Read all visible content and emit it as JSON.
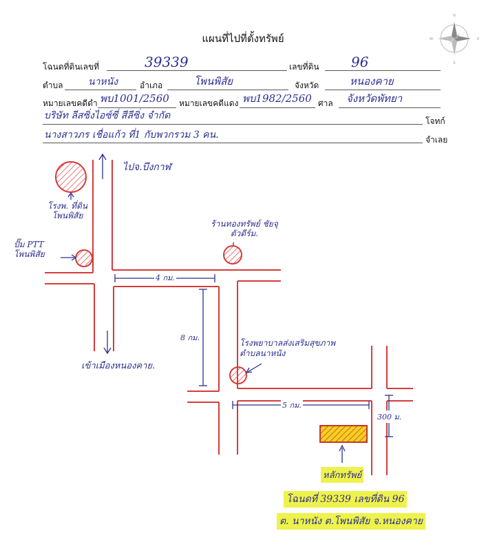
{
  "title": "แผนที่ไปที่ตั้งทรัพย์",
  "form": {
    "deed_label": "โฉนดที่ดินเลขที่",
    "deed_value": "39339",
    "landno_label": "เลขที่ดิน",
    "landno_value": "96",
    "tambon_label": "ตำบล",
    "tambon_value": "นาหนัง",
    "amphoe_label": "อำเภอ",
    "amphoe_value": "โพนพิสัย",
    "province_label": "จังหวัด",
    "province_value": "หนองคาย",
    "blackcase_label": "หมายเลขคดีดำ",
    "blackcase_value": "พบ1001/2560",
    "redcase_label": "หมายเลขคดีแดง",
    "redcase_value": "พบ1982/2560",
    "court_label": "ศาล",
    "court_value": "จังหวัดพัทยา",
    "plaintiff_value": "บริษัท ลีสซิ่งไอซ์ซี่ สีลีซิ่ง จำกัด",
    "plaintiff_label": "โจทก์",
    "defendant_value": "นางสาวภร เชื่อแก้ว ที่1 กับพวกรวม 3 คน.",
    "defendant_label": "จำเลย"
  },
  "map": {
    "to_province": "ไปจ.บึงกาฬ",
    "hospital": "โรงพ. ที่ดินโพนพิสัย",
    "ptt": "ปั๊ม PTT โพนพิสัย",
    "shop": "ร้านทองทรัพย์ ชัยจุตัวดีร์ม.",
    "to_city": "เข้าเมืองหนองคาย.",
    "dist_4": "4 กม.",
    "dist_8": "8 กม.",
    "dist_5": "5 กม.",
    "dist_300": "300 ม.",
    "health": "โรงพยาบาลส่งเสริมสุขภาพ ตำบลนาหนัง",
    "property_marker": "หลักทรัพย์",
    "caption_line1": "โฉนดที่ 39339 เลขที่ดิน 96",
    "caption_line2": "ต. นาหนัง ต.โพนพิสัย จ.หนองคาย"
  },
  "colors": {
    "road": "#d63a3a",
    "ink": "#2b2e8f",
    "property": "#f5d020",
    "highlight": "#eef24a"
  },
  "compass": {
    "north": "N",
    "south": "S",
    "east": "E",
    "west": "W"
  }
}
